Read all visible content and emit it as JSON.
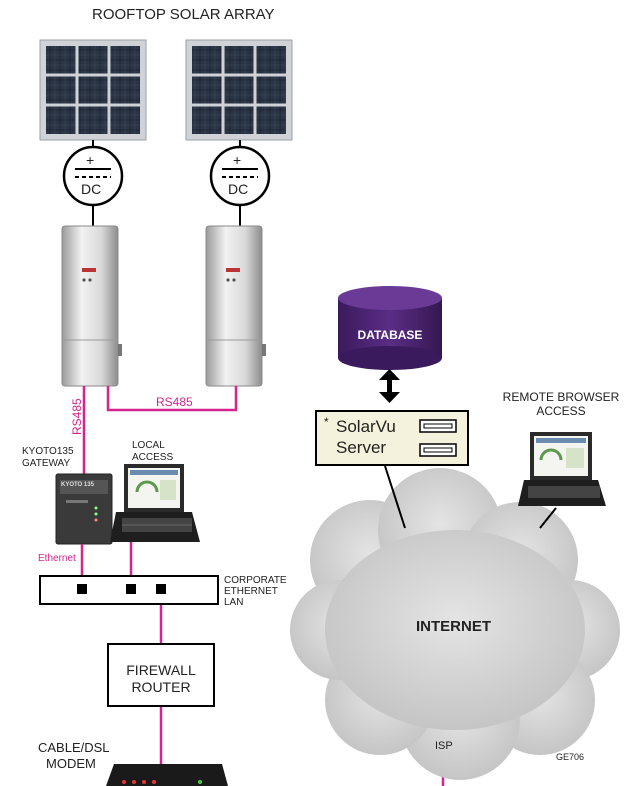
{
  "title": "ROOFTOP SOLAR ARRAY",
  "dc_symbol": {
    "plus": "+",
    "label": "DC"
  },
  "links": {
    "rs485_horizontal": "RS485",
    "rs485_vertical": "RS485",
    "ethernet": "Ethernet"
  },
  "gateway": {
    "label_line1": "KYOTO135",
    "label_line2": "GATEWAY",
    "device_text": "KYOTO 135"
  },
  "local_access": {
    "line1": "LOCAL",
    "line2": "ACCESS"
  },
  "lan": {
    "line1": "CORPORATE",
    "line2": "ETHERNET",
    "line3": "LAN"
  },
  "firewall": {
    "line1": "FIREWALL",
    "line2": "ROUTER"
  },
  "modem": {
    "line1": "CABLE/DSL",
    "line2": "MODEM"
  },
  "database": {
    "label": "DATABASE"
  },
  "server": {
    "bullet": "*",
    "line1": "SolarVu",
    "line2": "Server"
  },
  "remote_browser": {
    "line1": "REMOTE BROWSER",
    "line2": "ACCESS"
  },
  "internet": {
    "label": "INTERNET",
    "isp": "ISP"
  },
  "figure_code": "GE706",
  "colors": {
    "link": "#d6248f",
    "server_bg": "#f4f2dc",
    "database": "#4a2470",
    "cloud": "#cdcdcd"
  }
}
